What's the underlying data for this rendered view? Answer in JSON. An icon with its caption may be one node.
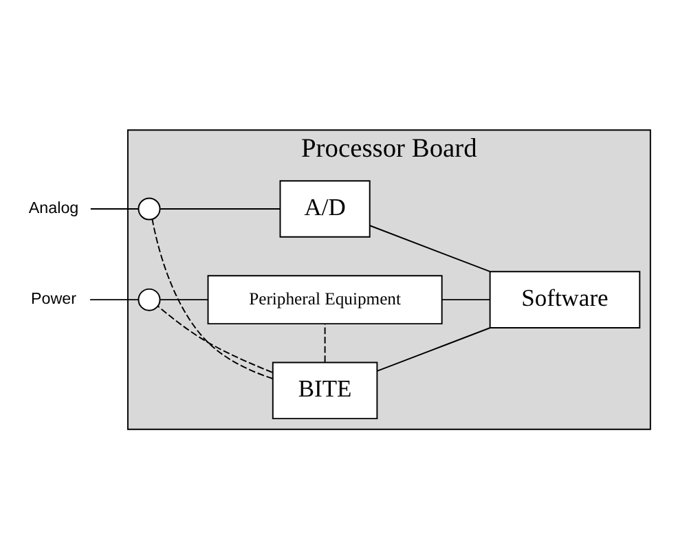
{
  "diagram": {
    "nodes": [
      {
        "text": [
          "Processor Board"
        ]
      },
      {
        "text": [
          "BITE"
        ],
        "in": 0
      },
      {
        "text": [
          "Software"
        ],
        "in": 0
      },
      {
        "text": [
          "Analog"
        ]
      },
      {
        "text": [],
        "shape": "circle",
        "in": 0
      },
      {
        "text": [
          "A/D"
        ],
        "in": 0
      },
      {
        "text": [
          "Power"
        ]
      },
      {
        "text": [],
        "shape": "circle",
        "in": 0
      },
      {
        "text": [
          "Peripheral Equipment"
        ],
        "in": 0
      }
    ],
    "edges": [
      {
        "from": 1,
        "to": 2,
        "arrow": "none"
      },
      {
        "from": 3,
        "to": 4,
        "arrow": "none"
      },
      {
        "from": 4,
        "to": 5,
        "arrow": "none"
      },
      {
        "from": 5,
        "to": 2,
        "arrow": "none"
      },
      {
        "from": 6,
        "to": 7,
        "arrow": "none"
      },
      {
        "from": 7,
        "to": 8,
        "arrow": "none"
      },
      {
        "from": 8,
        "to": 2,
        "arrow": "none"
      },
      {
        "from": 1,
        "to": 4,
        "arrow": "none",
        "style": "dashed"
      },
      {
        "from": 1,
        "to": 7,
        "arrow": "none",
        "style": "dashed"
      },
      {
        "from": 1,
        "to": 8,
        "arrow": "none",
        "style": "dashed"
      }
    ]
  }
}
